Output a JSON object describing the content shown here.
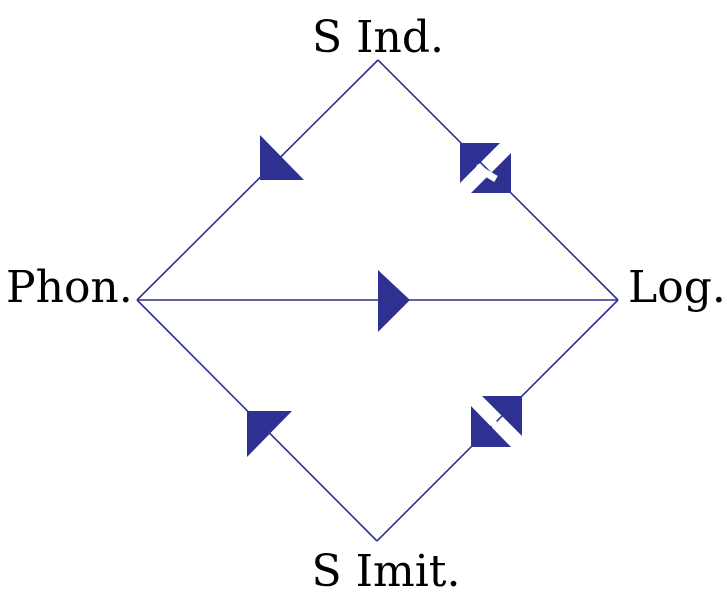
{
  "diagram": {
    "nodes": {
      "top": "S Ind.",
      "left": "Phon.",
      "right": "Log.",
      "bottom": "S Imit."
    },
    "colors": {
      "edge": "#2e3192",
      "arrow": "#2e3192",
      "text": "#000000",
      "background": "#ffffff"
    }
  }
}
